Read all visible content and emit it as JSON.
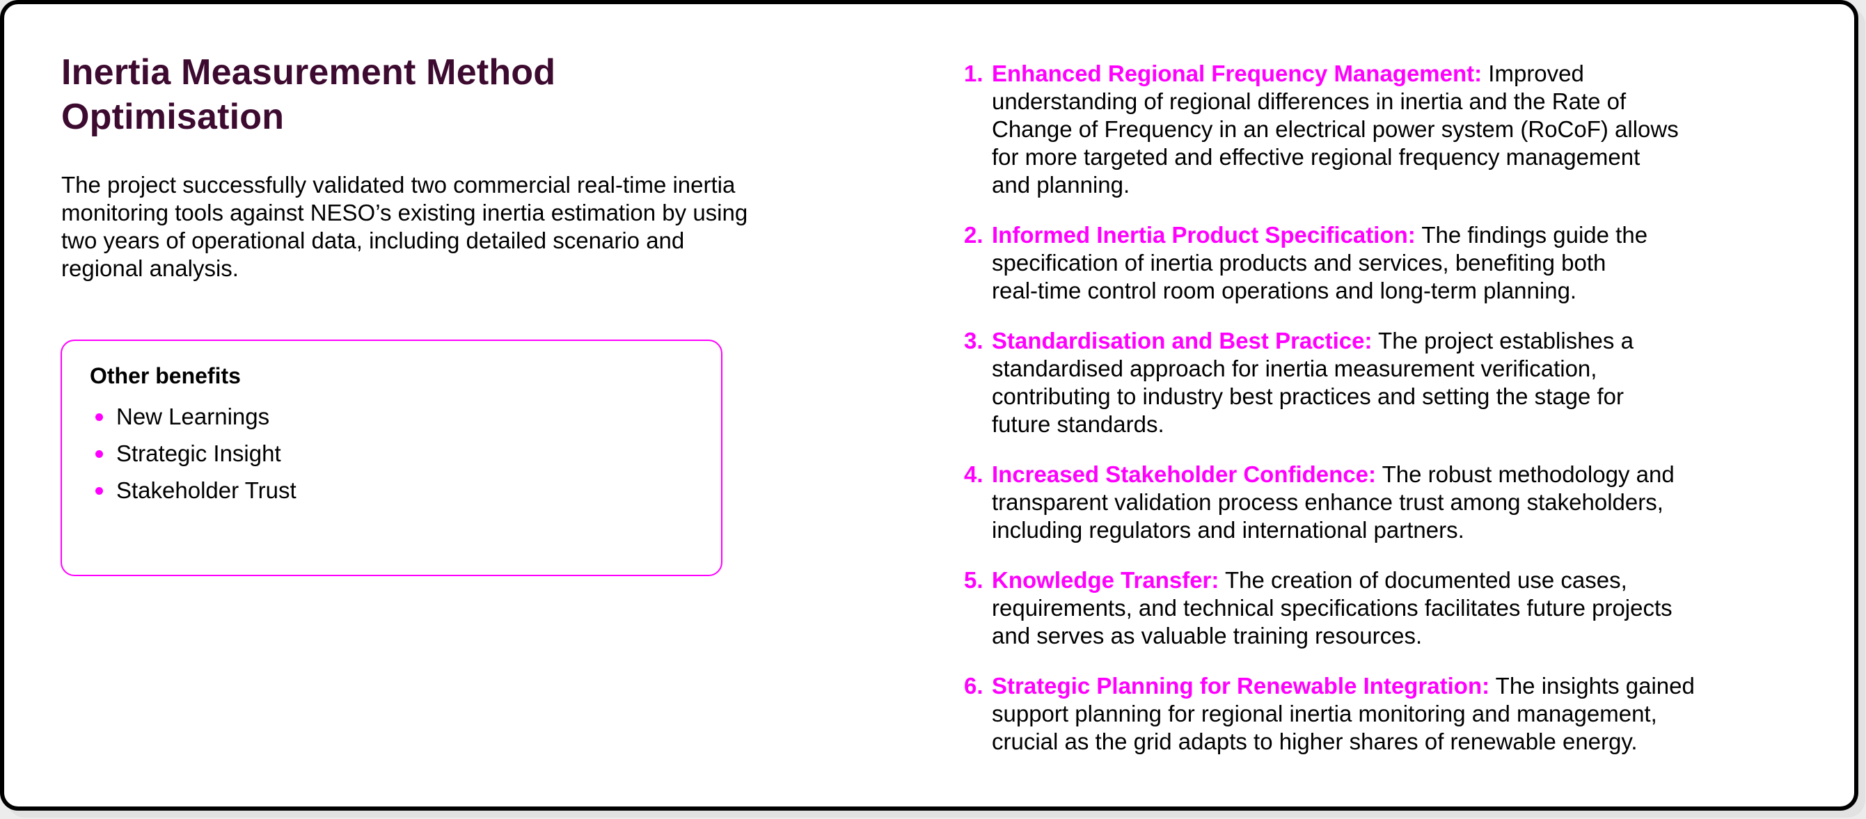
{
  "colors": {
    "title": "#3D0A30",
    "accent": "#FF00FF",
    "text": "#000000",
    "frame": "#000000"
  },
  "title": {
    "lines": [
      "Inertia Measurement Method",
      "Optimisation"
    ]
  },
  "intro": {
    "lines": [
      "The project successfully validated two commercial real-time inertia",
      "monitoring tools against NESO’s existing inertia estimation by using",
      "two years of operational data, including detailed scenario and",
      "regional analysis."
    ]
  },
  "other_benefits": {
    "heading": "Other benefits",
    "items": [
      "New Learnings",
      "Strategic Insight",
      "Stakeholder Trust"
    ]
  },
  "benefits": [
    {
      "number": "1.",
      "label": "Enhanced Regional Frequency Management:",
      "first_line_text": " Improved",
      "lines": [
        "understanding of regional differences in inertia and the Rate of",
        "Change of Frequency in an electrical power system (RoCoF) allows",
        "for more targeted and effective regional frequency management",
        "and planning."
      ]
    },
    {
      "number": "2.",
      "label": "Informed Inertia Product Specification:",
      "first_line_text": " The findings guide the",
      "lines": [
        "specification of inertia products and services, benefiting both",
        "real-time control room operations and long-term planning."
      ]
    },
    {
      "number": "3.",
      "label": "Standardisation and Best Practice:",
      "first_line_text": " The project establishes a",
      "lines": [
        "standardised approach for inertia measurement verification,",
        "contributing to industry best practices and setting the stage for",
        "future standards."
      ]
    },
    {
      "number": "4.",
      "label": "Increased Stakeholder Confidence:",
      "first_line_text": " The robust methodology and",
      "lines": [
        "transparent validation process enhance trust among stakeholders,",
        "including regulators and international partners."
      ]
    },
    {
      "number": "5.",
      "label": "Knowledge Transfer:",
      "first_line_text": " The creation of documented use cases,",
      "lines": [
        "requirements, and technical specifications facilitates future projects",
        "and serves as valuable training resources."
      ]
    },
    {
      "number": "6.",
      "label": "Strategic Planning for Renewable Integration:",
      "first_line_text": " The insights gained",
      "lines": [
        "support planning for regional inertia monitoring and management,",
        "crucial as the grid adapts to higher shares of renewable energy."
      ]
    }
  ]
}
